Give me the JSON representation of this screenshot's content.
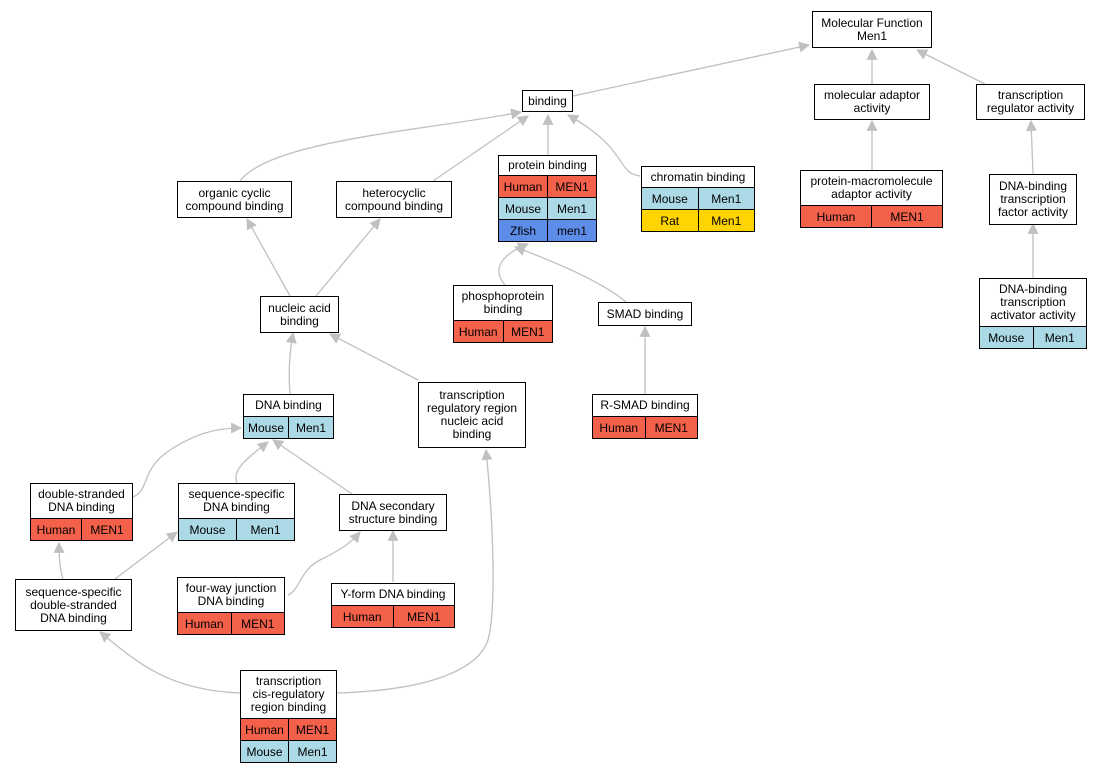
{
  "species_colors": {
    "Human": "#f4614a",
    "Mouse": "#acd9e6",
    "Rat": "#ffd400",
    "Zfish": "#5e8ce9"
  },
  "edge_color": "#c0c0c0",
  "nodes": {
    "mf": {
      "label": "Molecular Function\nMen1",
      "rows": []
    },
    "binding": {
      "label": "binding",
      "rows": []
    },
    "mol_adaptor": {
      "label": "molecular adaptor\nactivity",
      "rows": []
    },
    "tr_reg": {
      "label": "transcription\nregulator activity",
      "rows": []
    },
    "protein_binding": {
      "label": "protein binding",
      "rows": [
        {
          "species": "Human",
          "gene": "MEN1"
        },
        {
          "species": "Mouse",
          "gene": "Men1"
        },
        {
          "species": "Zfish",
          "gene": "men1"
        }
      ]
    },
    "chromatin_binding": {
      "label": "chromatin binding",
      "rows": [
        {
          "species": "Mouse",
          "gene": "Men1"
        },
        {
          "species": "Rat",
          "gene": "Men1"
        }
      ]
    },
    "pm_adaptor": {
      "label": "protein-macromolecule\nadaptor activity",
      "rows": [
        {
          "species": "Human",
          "gene": "MEN1"
        }
      ]
    },
    "dbtf": {
      "label": "DNA-binding\ntranscription\nfactor activity",
      "rows": []
    },
    "organic_cyclic": {
      "label": "organic cyclic\ncompound binding",
      "rows": []
    },
    "heterocyclic": {
      "label": "heterocyclic\ncompound binding",
      "rows": []
    },
    "phosphoprotein": {
      "label": "phosphoprotein\nbinding",
      "rows": [
        {
          "species": "Human",
          "gene": "MEN1"
        }
      ]
    },
    "smad": {
      "label": "SMAD binding",
      "rows": []
    },
    "dbtaa": {
      "label": "DNA-binding\ntranscription\nactivator activity",
      "rows": [
        {
          "species": "Mouse",
          "gene": "Men1"
        }
      ]
    },
    "nucleic_acid": {
      "label": "nucleic acid\nbinding",
      "rows": []
    },
    "rsmad": {
      "label": "R-SMAD binding",
      "rows": [
        {
          "species": "Human",
          "gene": "MEN1"
        }
      ]
    },
    "dna_binding": {
      "label": "DNA binding",
      "rows": [
        {
          "species": "Mouse",
          "gene": "Men1"
        }
      ]
    },
    "trrnab": {
      "label": "transcription\nregulatory region\nnucleic acid\nbinding",
      "rows": []
    },
    "ds_dna": {
      "label": "double-stranded\nDNA binding",
      "rows": [
        {
          "species": "Human",
          "gene": "MEN1"
        }
      ]
    },
    "ss_dna": {
      "label": "sequence-specific\nDNA binding",
      "rows": [
        {
          "species": "Mouse",
          "gene": "Men1"
        }
      ]
    },
    "dna_secondary": {
      "label": "DNA secondary\nstructure binding",
      "rows": []
    },
    "ssds_dna": {
      "label": "sequence-specific\ndouble-stranded\nDNA binding",
      "rows": []
    },
    "fourway": {
      "label": "four-way junction\nDNA binding",
      "rows": [
        {
          "species": "Human",
          "gene": "MEN1"
        }
      ]
    },
    "yform": {
      "label": "Y-form DNA binding",
      "rows": [
        {
          "species": "Human",
          "gene": "MEN1"
        }
      ]
    },
    "tcrr": {
      "label": "transcription\ncis-regulatory\nregion binding",
      "rows": [
        {
          "species": "Human",
          "gene": "MEN1"
        },
        {
          "species": "Mouse",
          "gene": "Men1"
        }
      ]
    }
  }
}
